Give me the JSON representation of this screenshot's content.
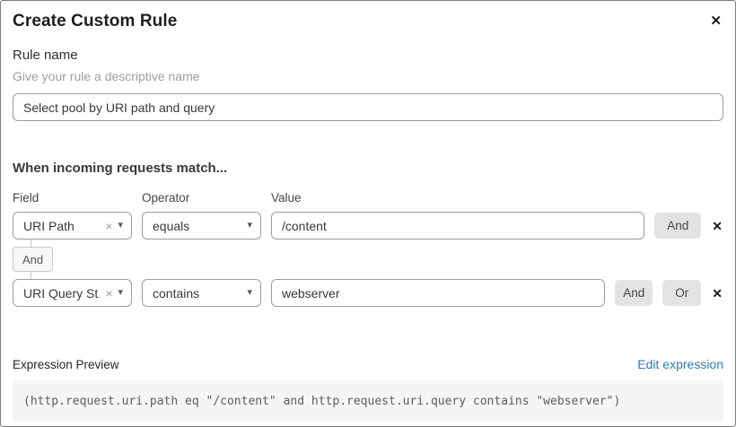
{
  "dialog": {
    "title": "Create Custom Rule"
  },
  "icons": {
    "close": "✕",
    "remove": "✕",
    "clear": "×",
    "caret": "▾"
  },
  "rule_name": {
    "label": "Rule name",
    "helper": "Give your rule a descriptive name",
    "value": "Select pool by URI path and query"
  },
  "matcher": {
    "heading": "When incoming requests match...",
    "columns": {
      "field": "Field",
      "operator": "Operator",
      "value": "Value"
    },
    "rows": [
      {
        "field": "URI Path",
        "operator": "equals",
        "value": "/content",
        "and_label": "And"
      },
      {
        "field": "URI Query St...",
        "operator": "contains",
        "value": "webserver",
        "and_label": "And",
        "or_label": "Or"
      }
    ],
    "connector": "And"
  },
  "expression": {
    "label": "Expression Preview",
    "edit_link": "Edit expression",
    "code": "(http.request.uri.path eq \"/content\" and http.request.uri.query contains \"webserver\")"
  },
  "colors": {
    "link_blue": "#2c7cb0",
    "button_gray": "#e3e3e4",
    "code_bg": "#f5f5f5",
    "border_gray": "#9a9ca1"
  }
}
